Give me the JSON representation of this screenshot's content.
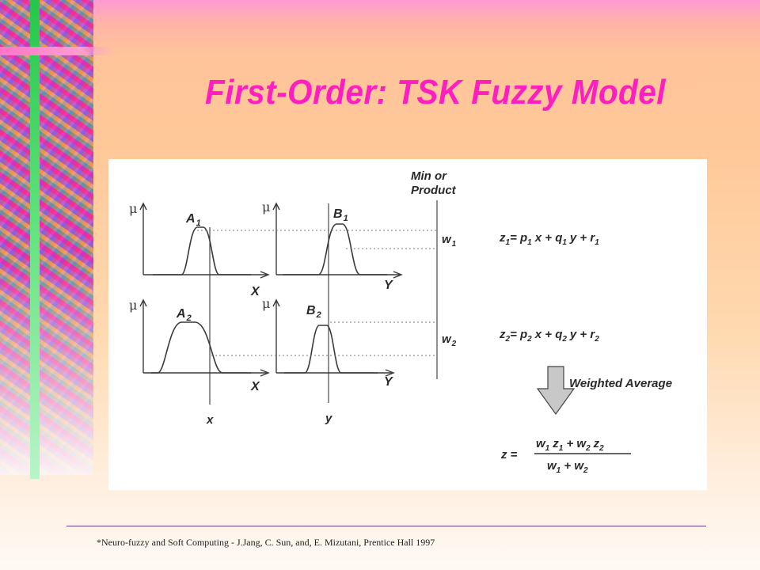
{
  "slide": {
    "title": "First-Order: TSK Fuzzy Model",
    "footer": "*Neuro-fuzzy and Soft Computing - J.Jang, C. Sun, and, E. Mizutani, Prentice Hall 1997"
  },
  "diagram": {
    "header": [
      "Min or",
      "Product"
    ],
    "mu": "μ",
    "set_a1": "A",
    "set_b1": "B",
    "set_a2": "A",
    "set_b2": "B",
    "sub_1": "1",
    "sub_2": "2",
    "axis_x": "X",
    "axis_y": "Y",
    "input_x": "x",
    "input_y": "y",
    "w": "w",
    "z": "z",
    "p": "p",
    "q": "q",
    "r": "r",
    "var_x": "x",
    "var_y": "y",
    "eq_mid": "= ",
    "eq_plus": " + ",
    "weighted_average": "Weighted Average",
    "final_lhs": "z =",
    "colors": {
      "line": "#3a3a3a",
      "arrow_fill": "#c8c8c8"
    }
  }
}
